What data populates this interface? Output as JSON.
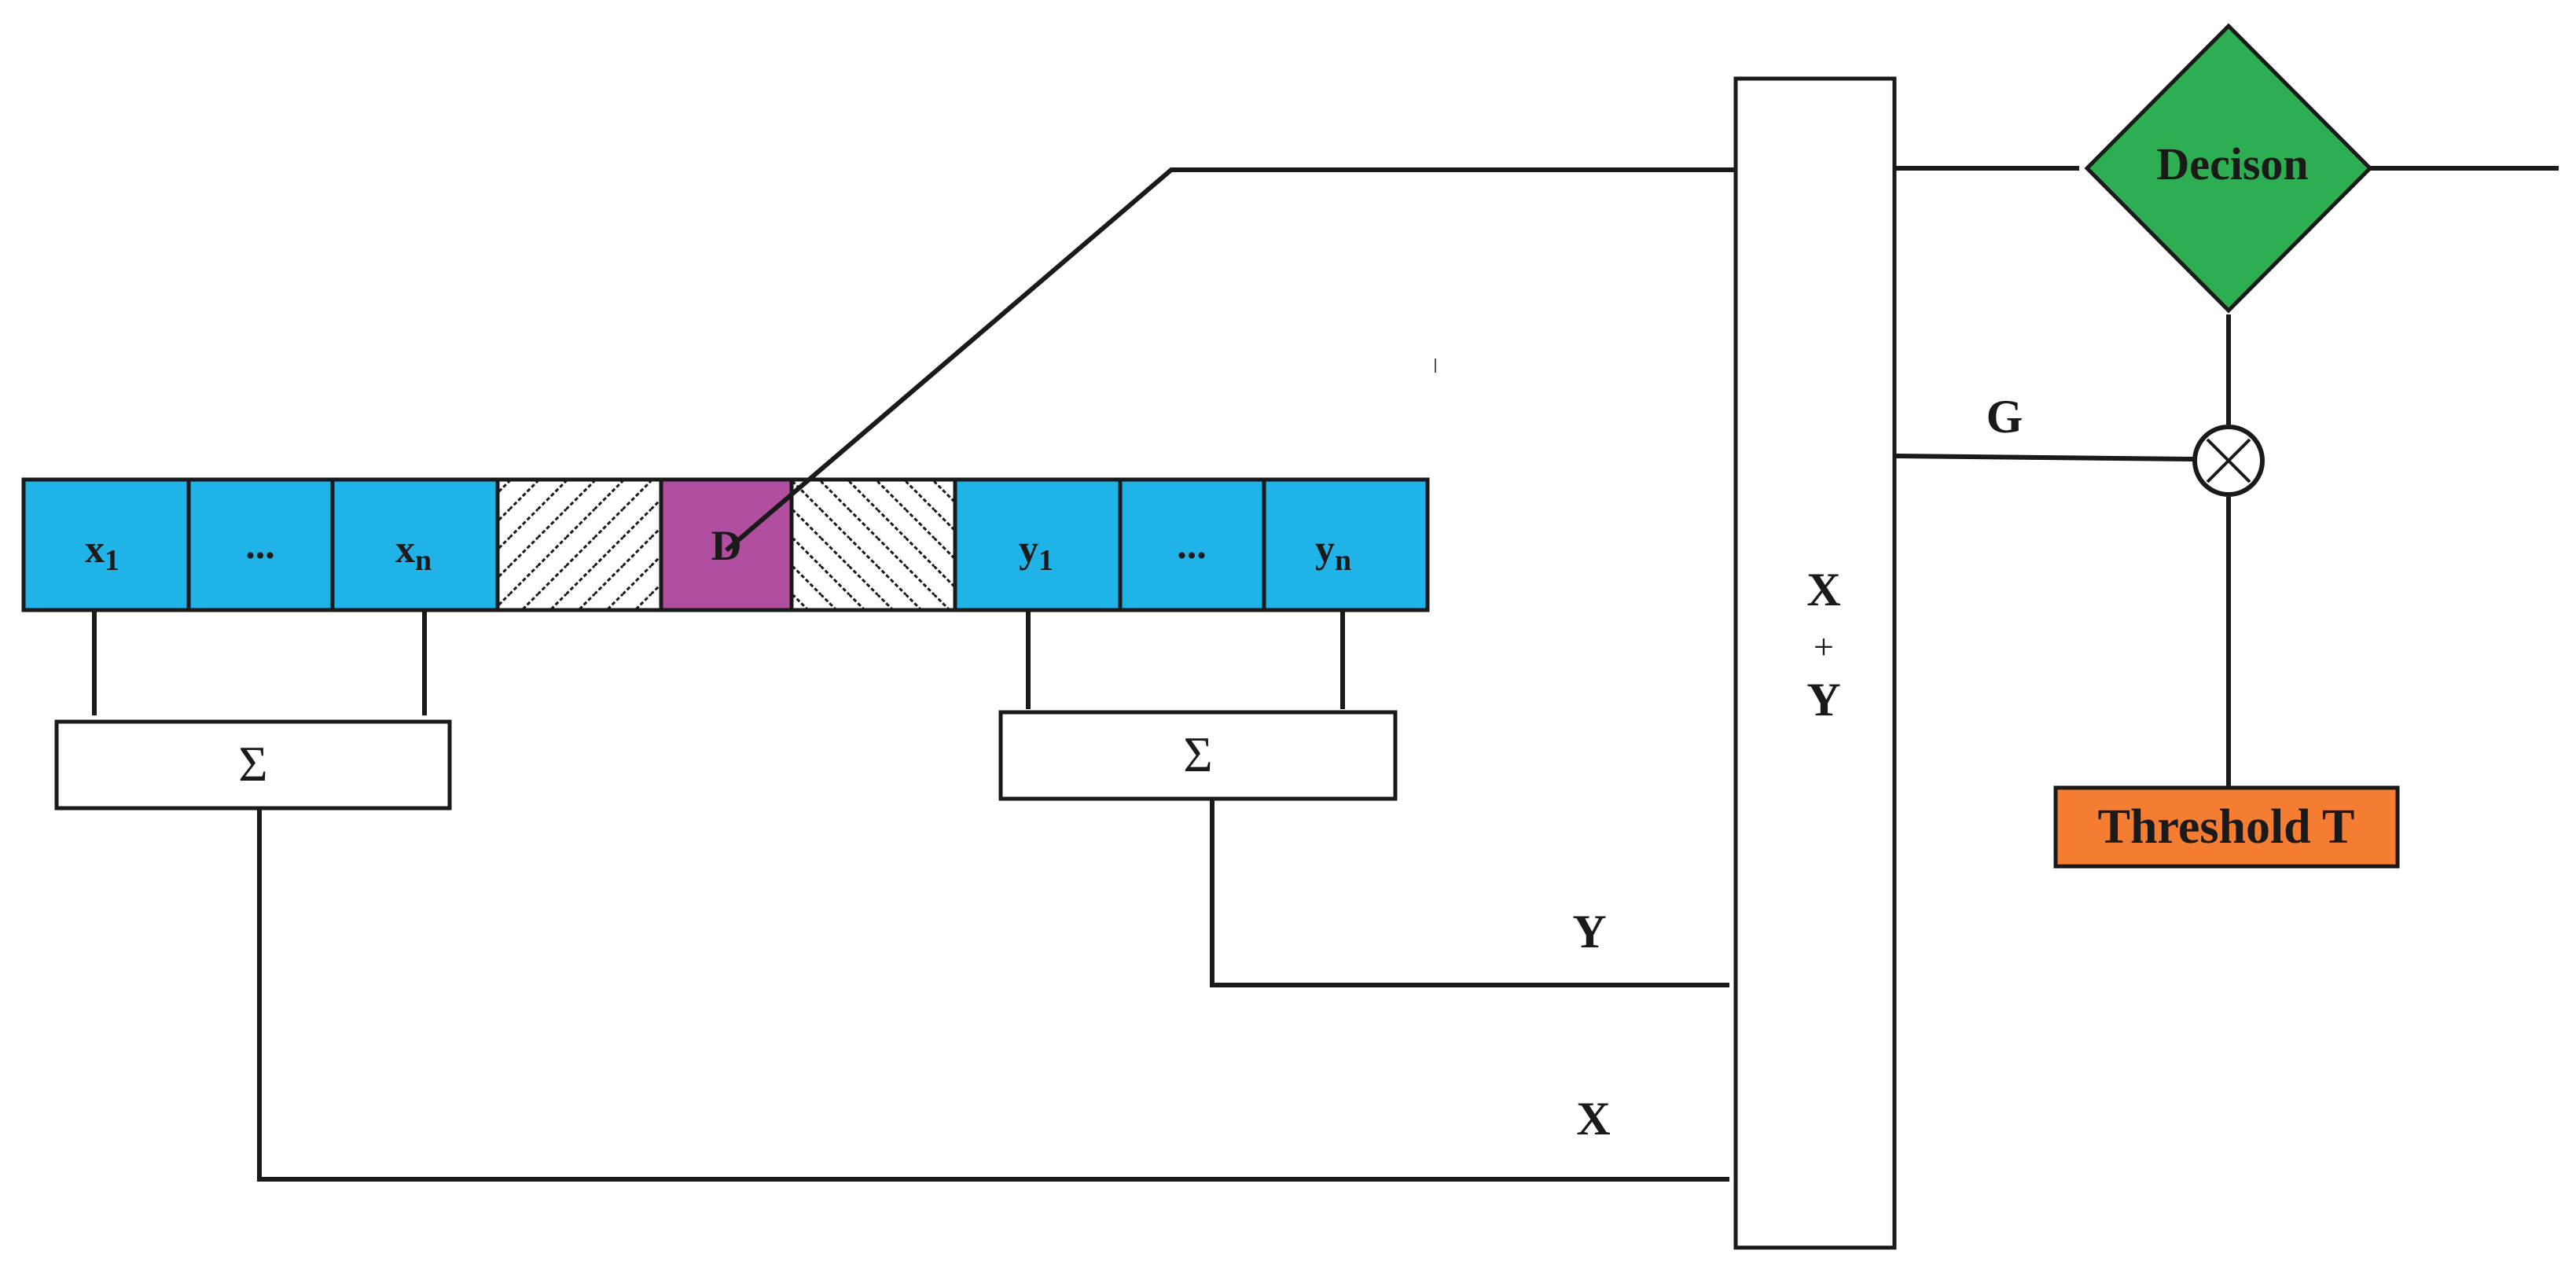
{
  "colors": {
    "register_cell": "#1FB3E8",
    "detector_cell": "#B04FA0",
    "decision": "#2DAE53",
    "threshold": "#F47D32",
    "line": "#1a1a1a"
  },
  "register": {
    "x1_base": "x",
    "x1_sub": "1",
    "ellipsis_left": "...",
    "xn_base": "x",
    "xn_sub": "n",
    "detector": "D",
    "y1_base": "y",
    "y1_sub": "1",
    "ellipsis_right": "...",
    "yn_base": "y",
    "yn_sub": "n"
  },
  "sum_left": {
    "symbol": "Σ"
  },
  "sum_right": {
    "symbol": "Σ"
  },
  "labels": {
    "x_signal": "X",
    "y_signal": "Y",
    "g_signal": "G"
  },
  "combiner": {
    "line1": "X",
    "line2": "+",
    "line3": "Y"
  },
  "multiplier": {
    "symbol": "×"
  },
  "threshold": {
    "label": "Threshold T"
  },
  "decision": {
    "label": "Decison"
  }
}
